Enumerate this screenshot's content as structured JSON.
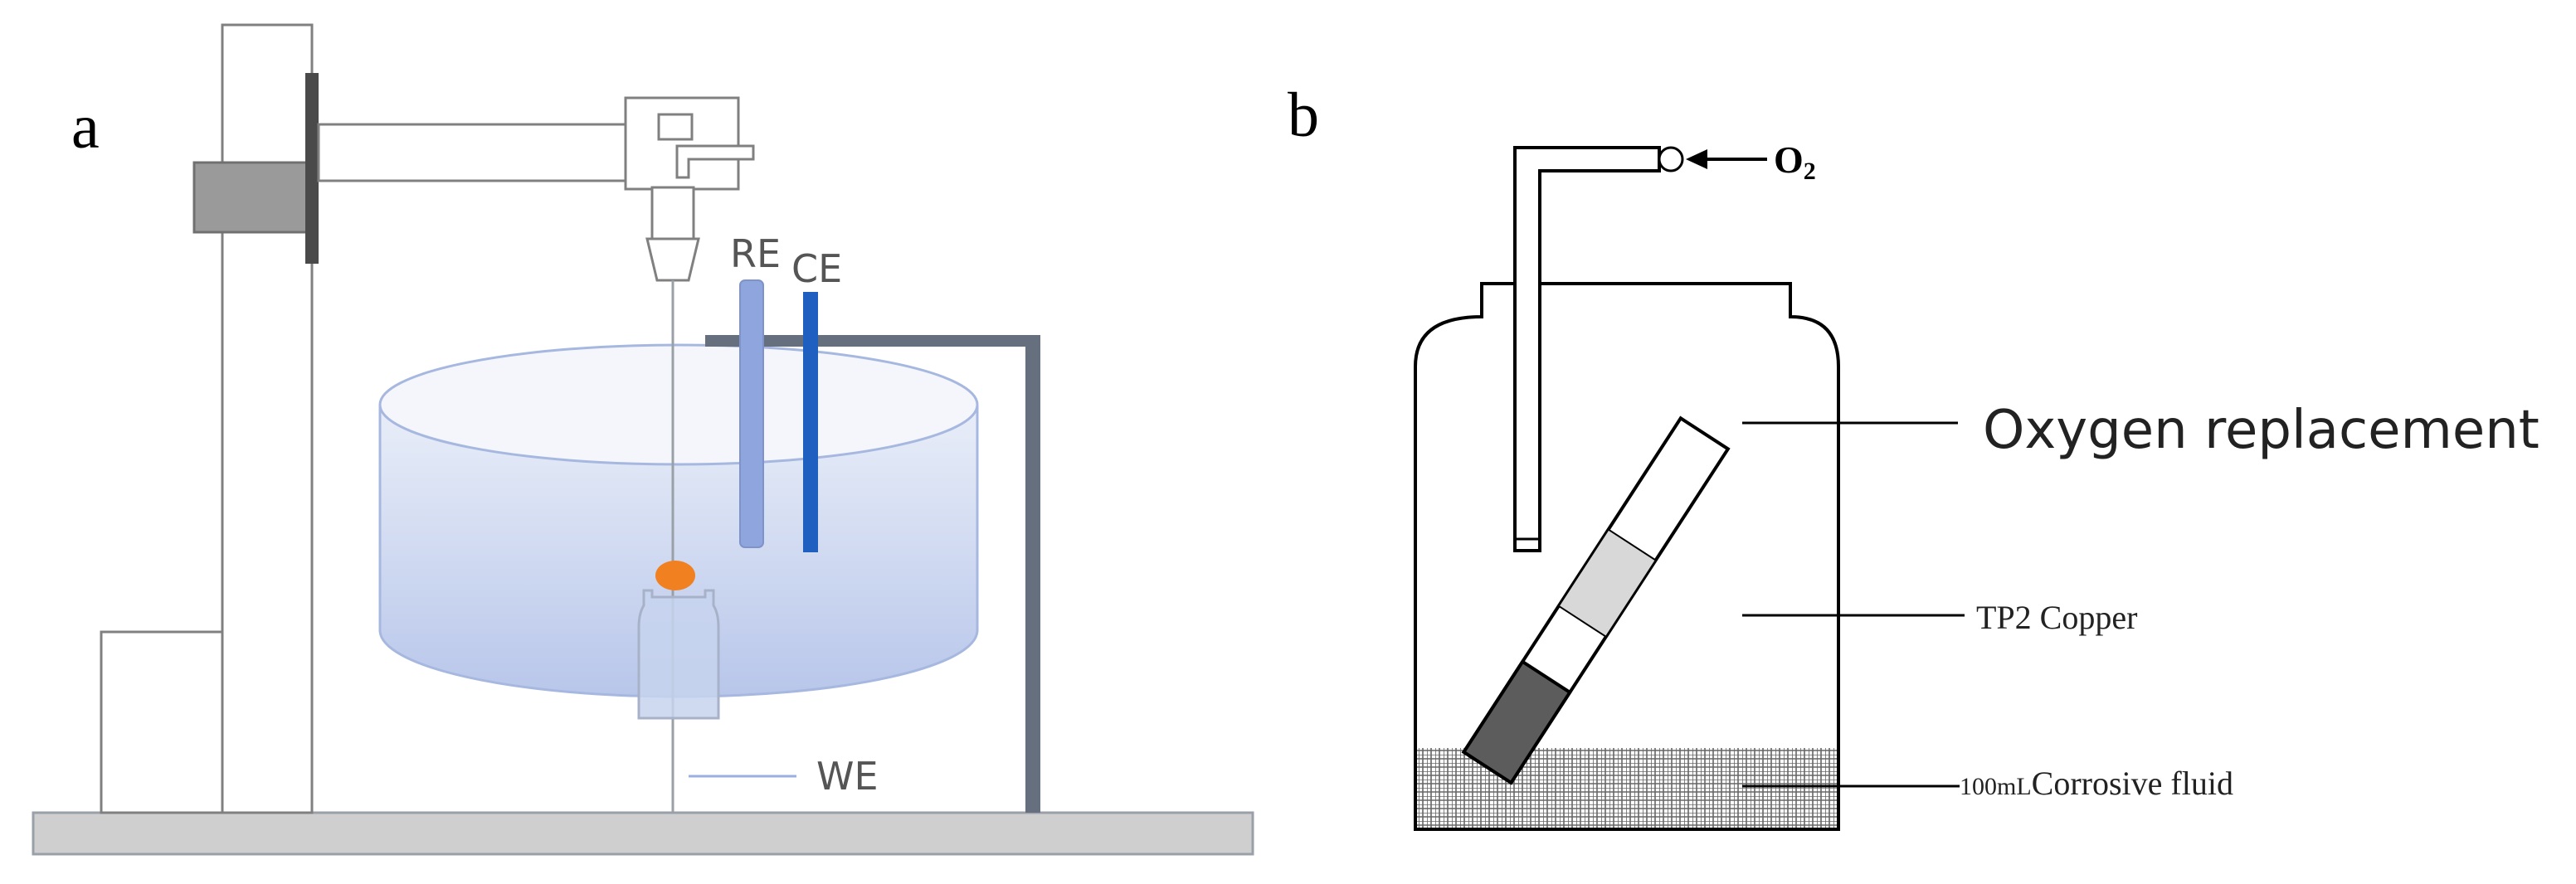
{
  "panel_a": {
    "label": "a",
    "labels": {
      "re": "RE",
      "ce": "CE",
      "we": "WE"
    },
    "colors": {
      "water_top": "#e9eef8",
      "water_bottom": "#b8c6ea",
      "rim": "#a7b8e0",
      "reference_electrode": "#8ea5dd",
      "counter_electrode": "#1f5fbf",
      "clamp_block": "#9a9a9a",
      "rod": "#4a4a4a",
      "bracket": "#666f7e",
      "cap": "#f08020",
      "base": "#cfcfcf"
    }
  },
  "panel_b": {
    "label": "b",
    "inlet_label": "O",
    "inlet_subscript": "2",
    "labels": {
      "oxygen": "Oxygen replacement",
      "copper": "TP2 Copper",
      "fluid_volume": "100mL",
      "fluid_name": "Corrosive fluid"
    },
    "colors": {
      "sample_dark": "#5c5c5c",
      "sample_light": "#d8d8d8",
      "fluid_hatch": "#666666"
    }
  }
}
